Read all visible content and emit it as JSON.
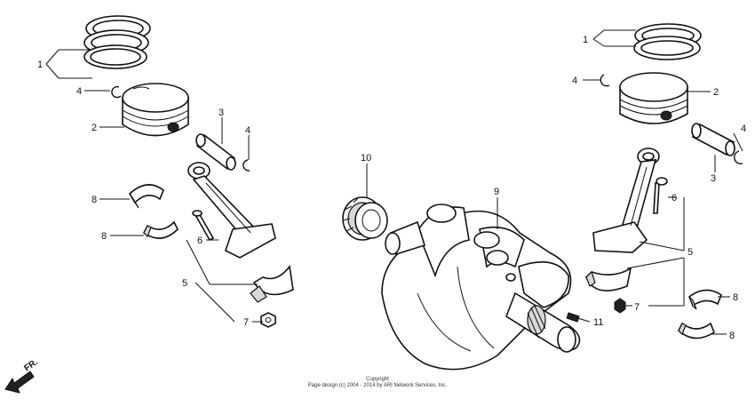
{
  "callouts": {
    "c1_left": "1",
    "c2_left": "2",
    "c3_left": "3",
    "c4_left_a": "4",
    "c4_left_b": "4",
    "c5_left": "5",
    "c6_left": "6",
    "c7_left": "7",
    "c8_left_a": "8",
    "c8_left_b": "8",
    "c9": "9",
    "c10": "10",
    "c11": "11",
    "c1_right": "1",
    "c2_right": "2",
    "c3_right": "3",
    "c4_right_a": "4",
    "c4_right_b": "4",
    "c5_right": "5",
    "c6_right": "6",
    "c7_right": "7",
    "c8_right_a": "8",
    "c8_right_b": "8"
  },
  "front_label": "FR.",
  "copyright": {
    "line1": "Copyright",
    "line2": "Page design (c) 2004 - 2014 by ARI Network Services, Inc."
  },
  "colors": {
    "line": "#111111",
    "background": "#ffffff",
    "shade": "#d8d8d8"
  }
}
